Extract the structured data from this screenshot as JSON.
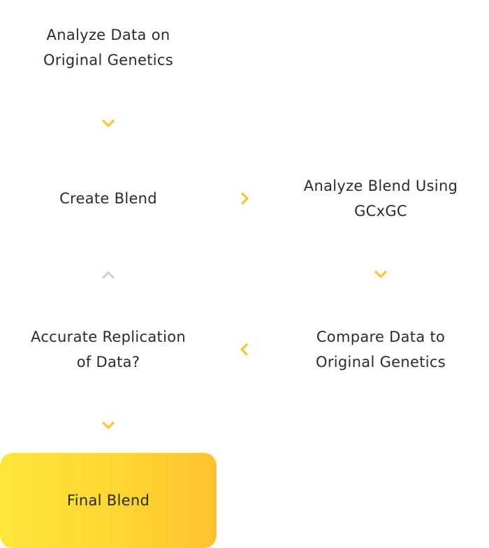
{
  "steps": {
    "analyze_original": {
      "line1": "Analyze Data on",
      "line2": "Original Genetics"
    },
    "create_blend": {
      "line1": "Create Blend"
    },
    "analyze_gcxgc": {
      "line1": "Analyze Blend Using",
      "line2": "GCxGC"
    },
    "accurate_replication": {
      "line1": "Accurate Replication",
      "line2": "of Data?"
    },
    "compare_data": {
      "line1": "Compare Data to",
      "line2": "Original Genetics"
    },
    "final_blend": {
      "label": "Final Blend"
    }
  },
  "colors": {
    "arrow_active": "#f9c531",
    "arrow_inactive": "#c9d1dc",
    "final_gradient_start": "#ffe53b",
    "final_gradient_end": "#ffc22d",
    "text": "#2b2b2b"
  },
  "icons": {
    "down": "chevron-down-icon",
    "right": "chevron-right-icon",
    "left": "chevron-left-icon",
    "up": "chevron-up-icon"
  }
}
